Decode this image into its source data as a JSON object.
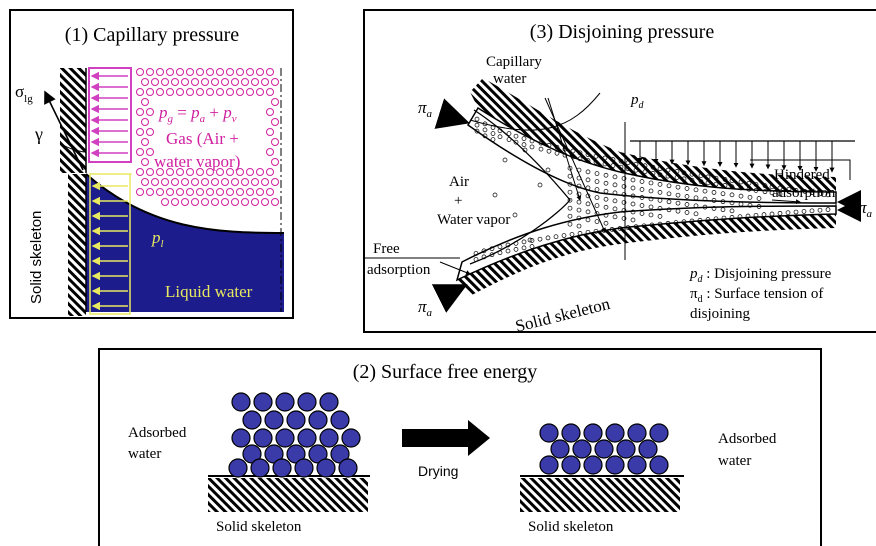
{
  "panel1": {
    "title": "(1) Capillary pressure",
    "sigma_label": "σ",
    "sigma_sub": "lg",
    "gamma_label": "γ",
    "pg_p": "p",
    "pg_sub_g": "g",
    "pg_eq": " = ",
    "pg_pa": "p",
    "pg_sub_a": "a",
    "pg_plus": " + ",
    "pg_pv": "p",
    "pg_sub_v": "v",
    "gas_line1": "Gas (Air +",
    "gas_line2": "water vapor)",
    "pl_p": "p",
    "pl_sub": "l",
    "liquid_label": "Liquid water",
    "solid_label": "Solid skeleton"
  },
  "panel3": {
    "title": "(3) Disjoining pressure",
    "capillary_line1": "Capillary",
    "capillary_line2": "water",
    "pi_symbol": "π",
    "pi_sub": "a",
    "pd_p": "p",
    "pd_sub": "d",
    "air_line1": "Air",
    "air_line2": "+",
    "air_line3": "Water vapor",
    "hindered_line1": "Hindered",
    "hindered_line2": "adsorption",
    "free_line1": "Free",
    "free_line2": "adsorption",
    "legend1_rest": " : Disjoining pressure",
    "legend2_sym": "π",
    "legend2_sub": "d",
    "legend2_rest": " : Surface tension of",
    "legend3": "disjoining",
    "solid_label": "Solid skeleton"
  },
  "panel2": {
    "title": "(2) Surface free energy",
    "adsorbed_left_line1": "Adsorbed",
    "adsorbed_left_line2": "water",
    "adsorbed_right_line1": "Adsorbed",
    "adsorbed_right_line2": "water",
    "drying_label": "Drying",
    "solid_left": "Solid skeleton",
    "solid_right": "Solid skeleton"
  },
  "colors": {
    "liquid": "#1c1c8c",
    "gas_text": "#d020a0",
    "gas_arrow": "#d040c0",
    "liquid_arrow": "#e8e860",
    "molecule": "#3a3aa8",
    "pi_arrow": "#c81e1e"
  },
  "icons": {
    "drying": "right-arrow-icon",
    "pressure": "red-arrow-icon"
  }
}
